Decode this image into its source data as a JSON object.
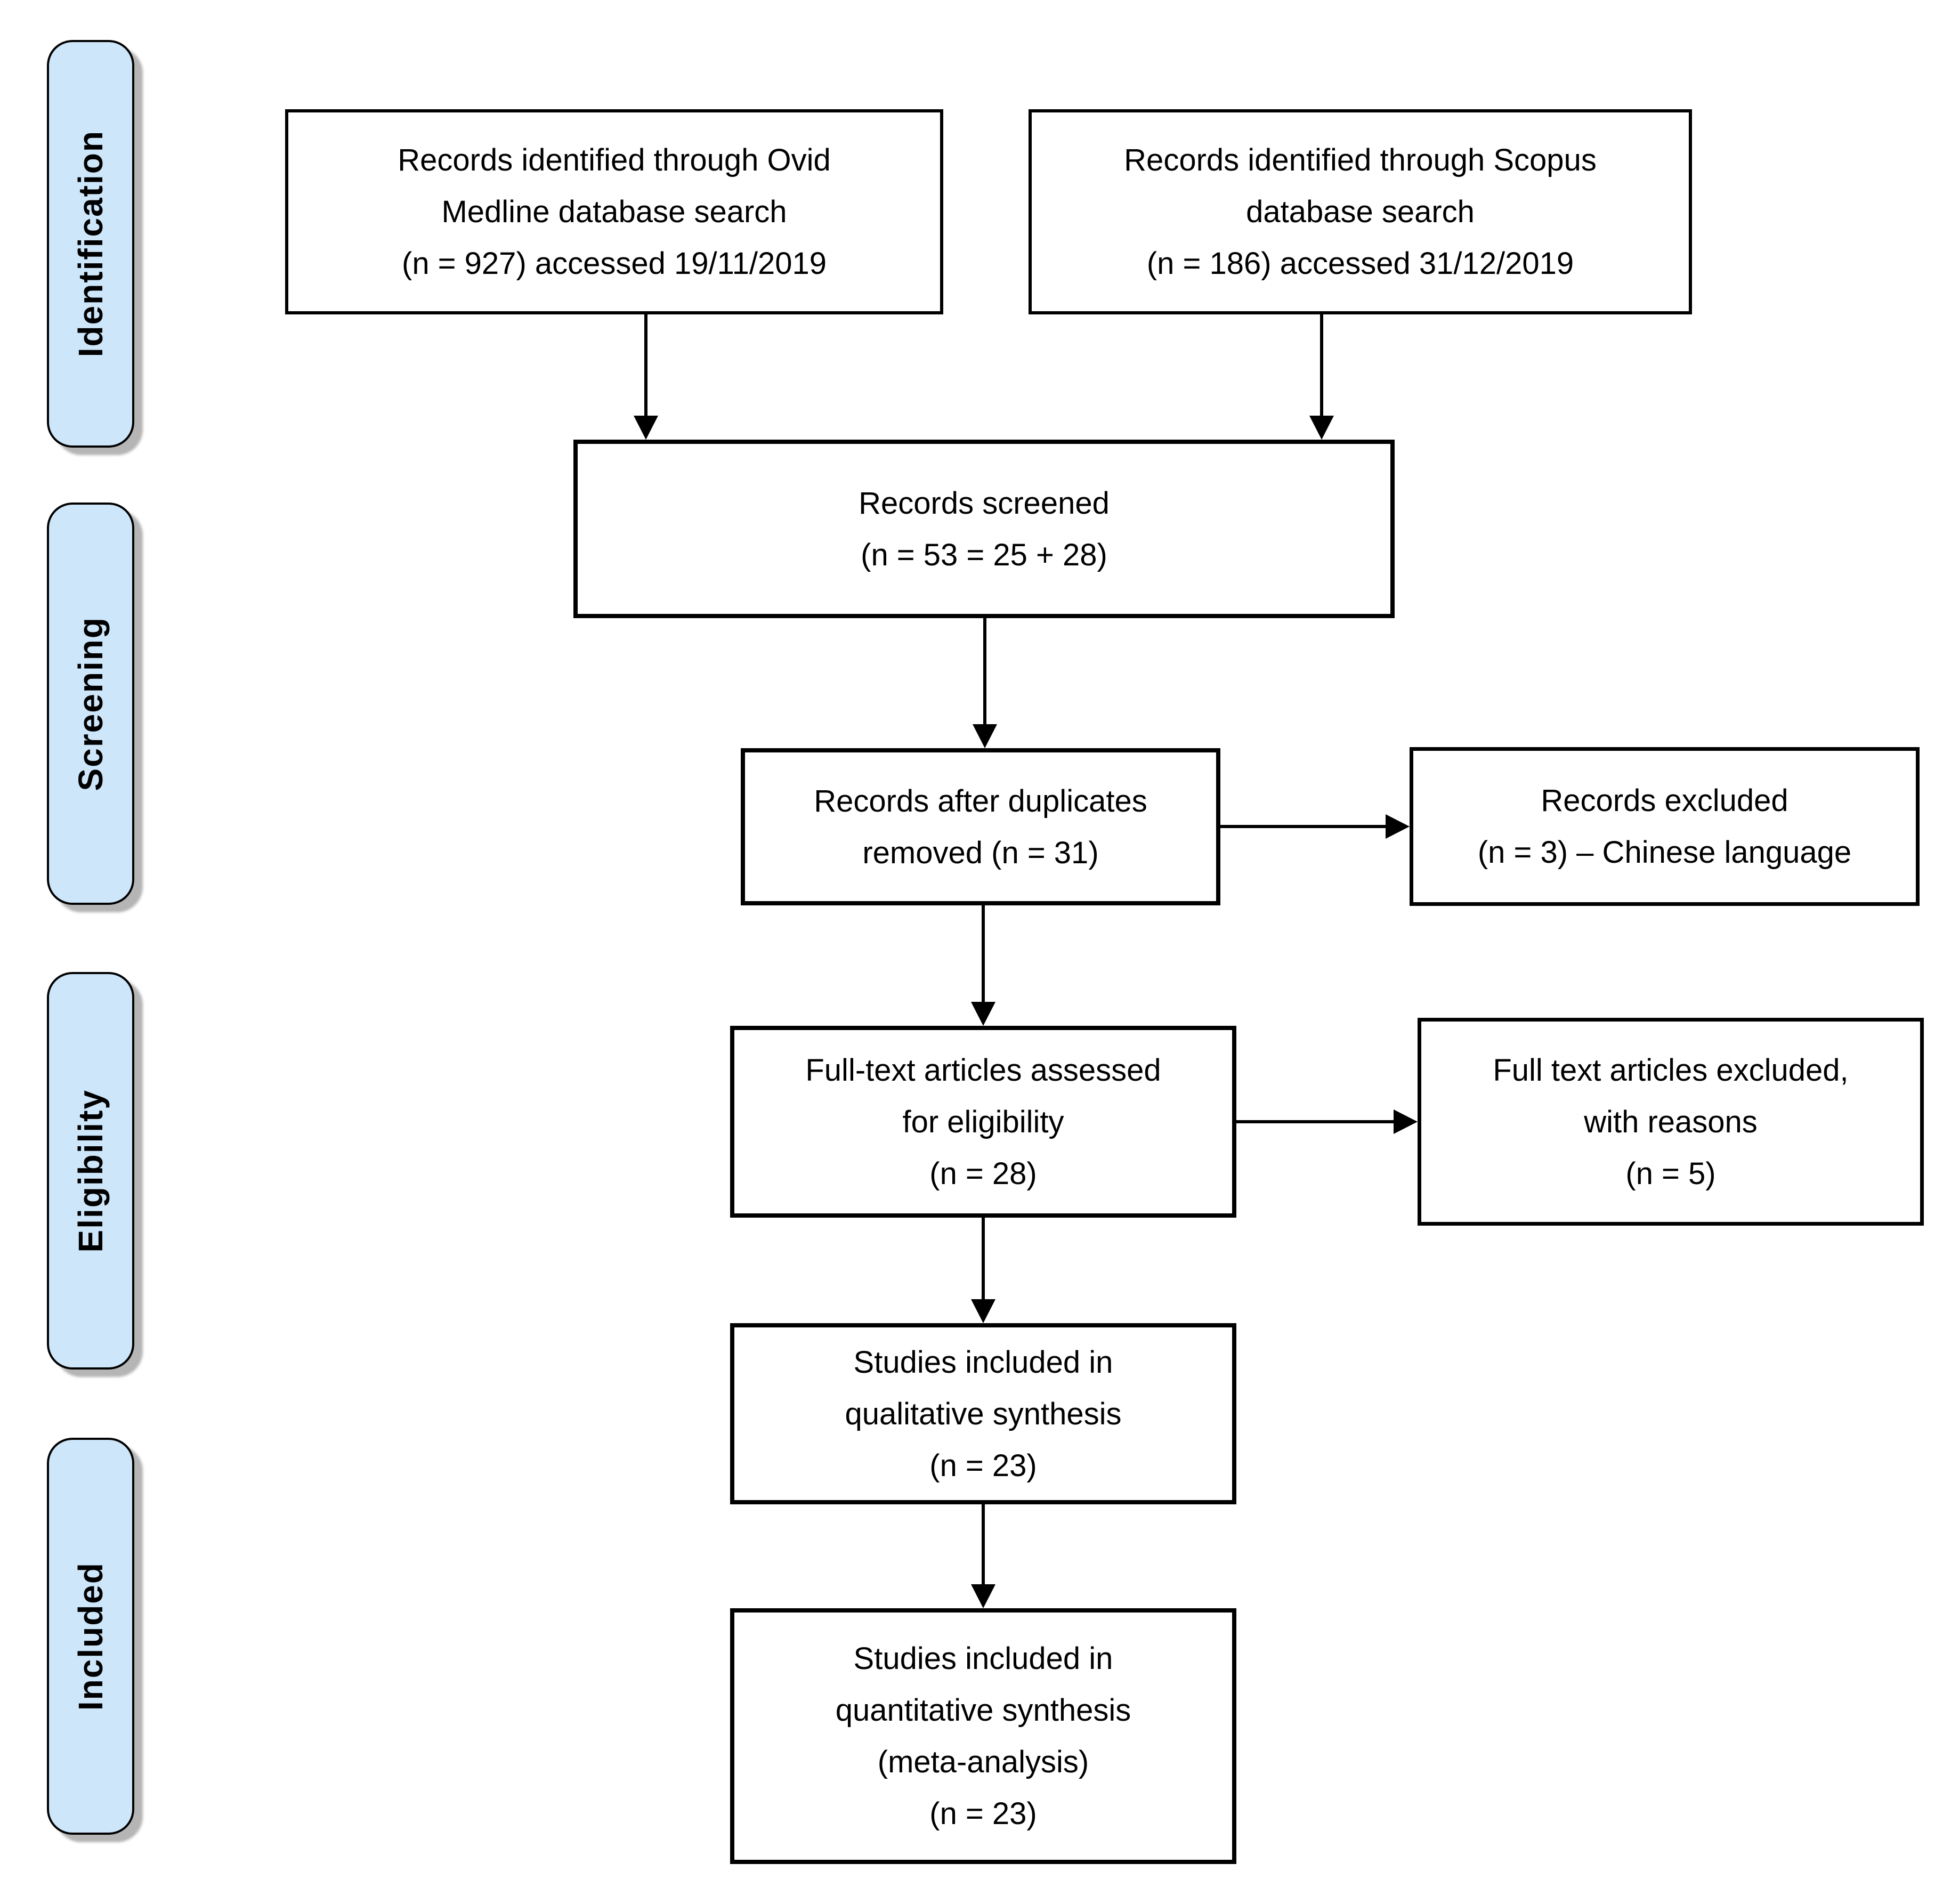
{
  "diagram": {
    "type": "prisma-flow-diagram",
    "background": "#ffffff",
    "stage_fill_color": "#cde6fa",
    "stage_border_color": "#000000",
    "box_border_color": "#000000",
    "arrow_color": "#000000",
    "stage_labels": [
      "Identification",
      "Screening",
      "Eligibility",
      "Included"
    ],
    "boxes": {
      "ovid": {
        "lines": [
          "Records identified through Ovid",
          "Medline database search",
          "(n = 927) accessed 19/11/2019"
        ]
      },
      "scopus": {
        "lines": [
          "Records identified through Scopus",
          "database search",
          "(n = 186) accessed 31/12/2019"
        ]
      },
      "screened": {
        "lines": [
          "Records screened",
          "(n = 53 = 25 + 28)"
        ]
      },
      "duplicates_removed": {
        "lines": [
          "Records after duplicates",
          "removed (n = 31)"
        ]
      },
      "records_excluded": {
        "lines": [
          "Records excluded",
          "(n = 3) – Chinese language"
        ]
      },
      "fulltext_assessed": {
        "lines": [
          "Full-text articles assessed",
          "for eligibility",
          "(n = 28)"
        ]
      },
      "fulltext_excluded": {
        "lines": [
          "Full text articles excluded,",
          "with reasons",
          "(n = 5)"
        ]
      },
      "qualitative": {
        "lines": [
          "Studies included in",
          "qualitative synthesis",
          "(n = 23)"
        ]
      },
      "quantitative": {
        "lines": [
          "Studies included in",
          "quantitative synthesis",
          "(meta-analysis)",
          "(n = 23)"
        ]
      }
    },
    "counts": {
      "ovid_medline": 927,
      "scopus": 186,
      "screened": 53,
      "after_duplicates_removed": 31,
      "records_excluded": 3,
      "fulltext_assessed": 28,
      "fulltext_excluded": 5,
      "qualitative_synthesis": 23,
      "quantitative_synthesis": 23
    },
    "access_dates": {
      "ovid_medline": "19/11/2019",
      "scopus": "31/12/2019"
    },
    "exclusion_reason": "Chinese language"
  }
}
